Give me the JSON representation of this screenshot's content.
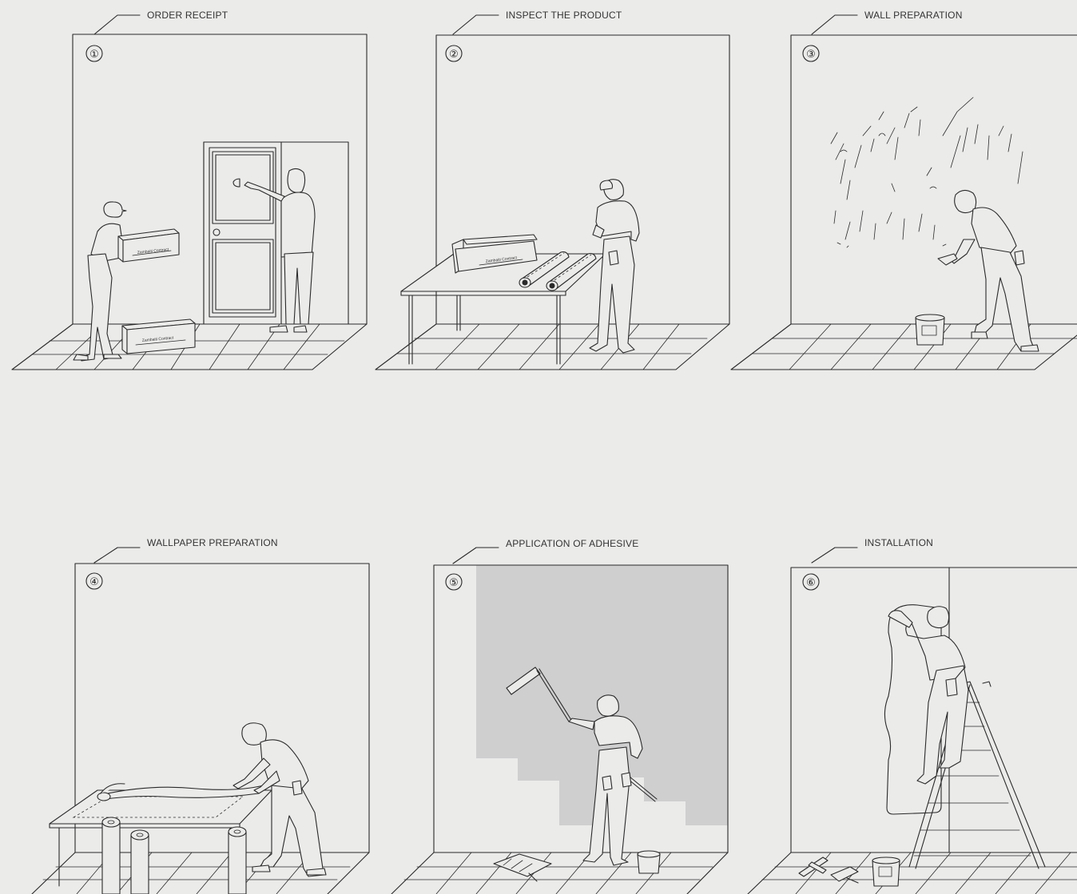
{
  "steps": [
    {
      "number": "①",
      "title": "ORDER RECEIPT"
    },
    {
      "number": "②",
      "title": "INSPECT THE PRODUCT"
    },
    {
      "number": "③",
      "title": "WALL PREPARATION"
    },
    {
      "number": "④",
      "title": "WALLPAPER PREPARATION"
    },
    {
      "number": "⑤",
      "title": "APPLICATION OF ADHESIVE"
    },
    {
      "number": "⑥",
      "title": "INSTALLATION"
    }
  ],
  "box_brand": "Zambaiti Contract",
  "colors": {
    "background": "#ebebea",
    "line": "#2a2a2a",
    "adhesive": "#cfcfd0"
  }
}
